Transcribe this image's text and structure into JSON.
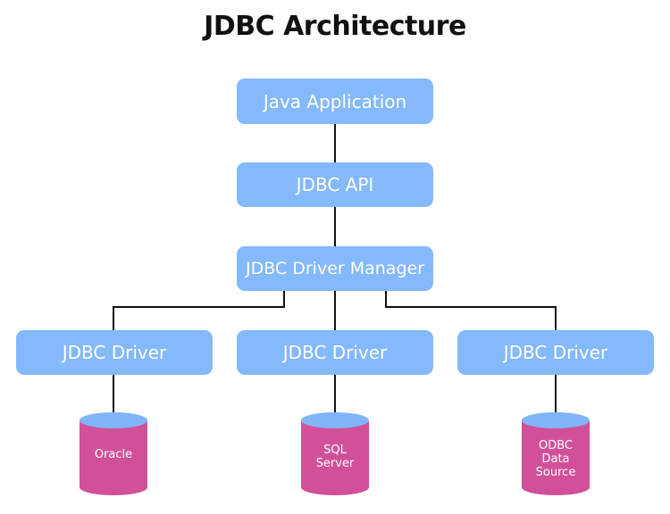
{
  "title": "JDBC Architecture",
  "nodes": {
    "java_application": "Java Application",
    "jdbc_api": "JDBC API",
    "driver_manager": "JDBC Driver Manager",
    "drivers": [
      "JDBC Driver",
      "JDBC Driver",
      "JDBC Driver"
    ]
  },
  "data_sources": [
    {
      "lines": [
        "Oracle"
      ]
    },
    {
      "lines": [
        "SQL",
        "Server"
      ]
    },
    {
      "lines": [
        "ODBC",
        "Data",
        "Source"
      ]
    }
  ],
  "colors": {
    "box": "#84b9fb",
    "db_body": "#d2509a",
    "db_top": "#80b6f7",
    "line": "#111111",
    "title": "#111111"
  }
}
